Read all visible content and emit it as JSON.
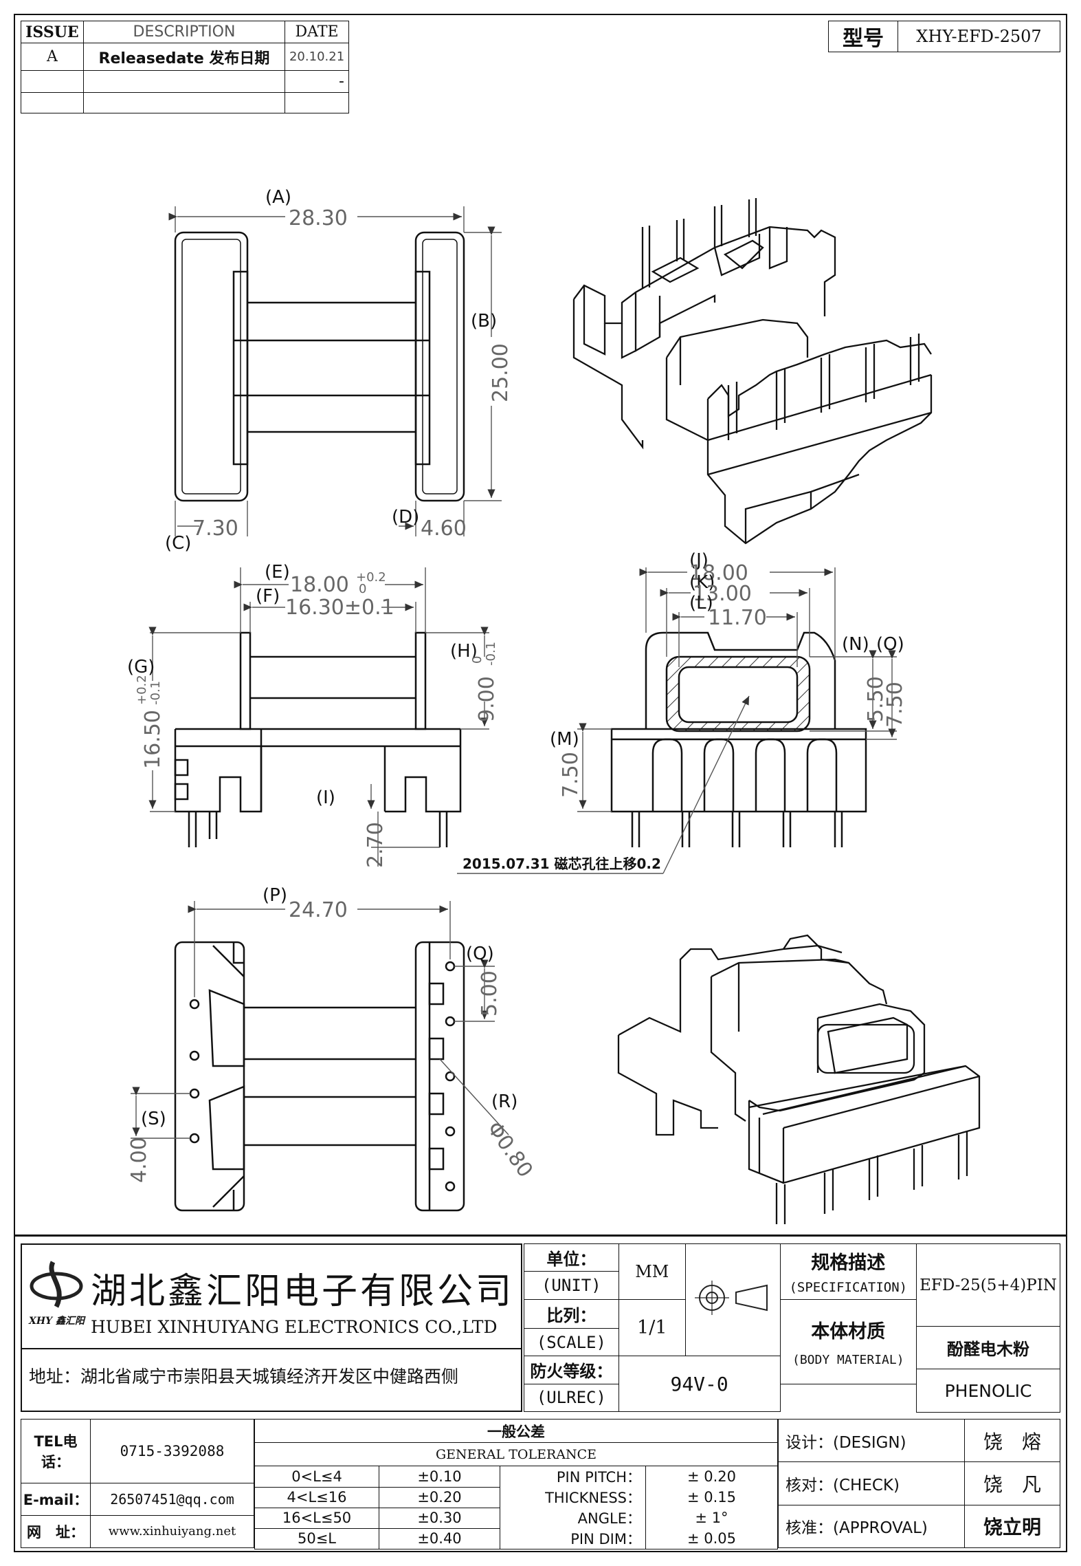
{
  "revision": {
    "headers": {
      "issue": "ISSUE",
      "description": "DESCRIPTION",
      "date": "DATE"
    },
    "rows": [
      {
        "issue": "A",
        "description": "Releasedate 发布日期",
        "date": "20.10.21"
      },
      {
        "issue": "",
        "description": "",
        "date": "-"
      },
      {
        "issue": "",
        "description": "",
        "date": ""
      }
    ]
  },
  "model": {
    "label": "型号",
    "value": "XHY-EFD-2507"
  },
  "drawing": {
    "views": {
      "top": {
        "labels": [
          "(A)",
          "(B)",
          "(C)",
          "(D)"
        ],
        "dims": [
          "28.30",
          "25.00",
          "7.30",
          "4.60"
        ]
      },
      "front": {
        "labels": [
          "(E)",
          "(F)",
          "(G)",
          "(H)",
          "(I)"
        ],
        "dims": [
          "18.00",
          "+0.2",
          "0",
          "16.30±0.1",
          "16.50",
          "+0.2",
          "-0.1",
          "9.00",
          "0",
          "-0.1",
          "2.70"
        ]
      },
      "side": {
        "labels": [
          "(J)",
          "(K)",
          "(L)",
          "(M)",
          "(N)",
          "(O)"
        ],
        "dims": [
          "18.00",
          "13.00",
          "11.70",
          "5.50",
          "7.50",
          "7.50"
        ]
      },
      "bottom": {
        "labels": [
          "(P)",
          "(Q)",
          "(R)",
          "(S)"
        ],
        "dims": [
          "24.70",
          "5.00",
          "Φ0.80",
          "4.00"
        ]
      }
    },
    "note": "2015.07.31 磁芯孔往上移0.2"
  },
  "company": {
    "name_cn": "湖北鑫汇阳电子有限公司",
    "name_en": "HUBEI XINHUIYANG ELECTRONICS CO.,LTD",
    "logo_text": "XHY 鑫汇阳",
    "address": "地址：湖北省咸宁市崇阳县天城镇经济开发区中健路西侧",
    "tel_label": "TEL电话：",
    "tel": "0715-3392088",
    "email_label": "E-mail：",
    "email": "26507451@qq.com",
    "web_label": "网　址：",
    "web": "www.xinhuiyang.net"
  },
  "specs": {
    "unit_cn": "单位：",
    "unit_en": "(UNIT)",
    "unit_val": "MM",
    "scale_cn": "比列：",
    "scale_en": "(SCALE)",
    "scale_val": "1/1",
    "fire_cn": "防火等级：",
    "fire_en": "(ULREC)",
    "fire_val": "94V-0",
    "spec_cn": "规格描述",
    "spec_en": "(SPECIFICATION)",
    "spec_val": "EFD-25(5+4)PIN",
    "mat_cn": "本体材质",
    "mat_en": "(BODY MATERIAL)",
    "mat_val_cn": "酚醛电木粉",
    "mat_val_en": "PHENOLIC"
  },
  "tolerance": {
    "title_cn": "一般公差",
    "title_en": "GENERAL TOLERANCE",
    "rows": [
      {
        "range": "0<L≤4",
        "tol": "±0.10",
        "name": "PIN PITCH：",
        "val": "± 0.20"
      },
      {
        "range": "4<L≤16",
        "tol": "±0.20",
        "name": "THICKNESS：",
        "val": "± 0.15"
      },
      {
        "range": "16<L≤50",
        "tol": "±0.30",
        "name": "ANGLE：",
        "val": "± 1°"
      },
      {
        "range": "50≤L",
        "tol": "±0.40",
        "name": "PIN DIM：",
        "val": "± 0.05"
      }
    ]
  },
  "signoff": [
    {
      "label": "设计：(DESIGN)",
      "name": "饶　熔"
    },
    {
      "label": "核对：(CHECK)",
      "name": "饶　凡"
    },
    {
      "label": "核准：(APPROVAL)",
      "name": "饶立明"
    }
  ]
}
